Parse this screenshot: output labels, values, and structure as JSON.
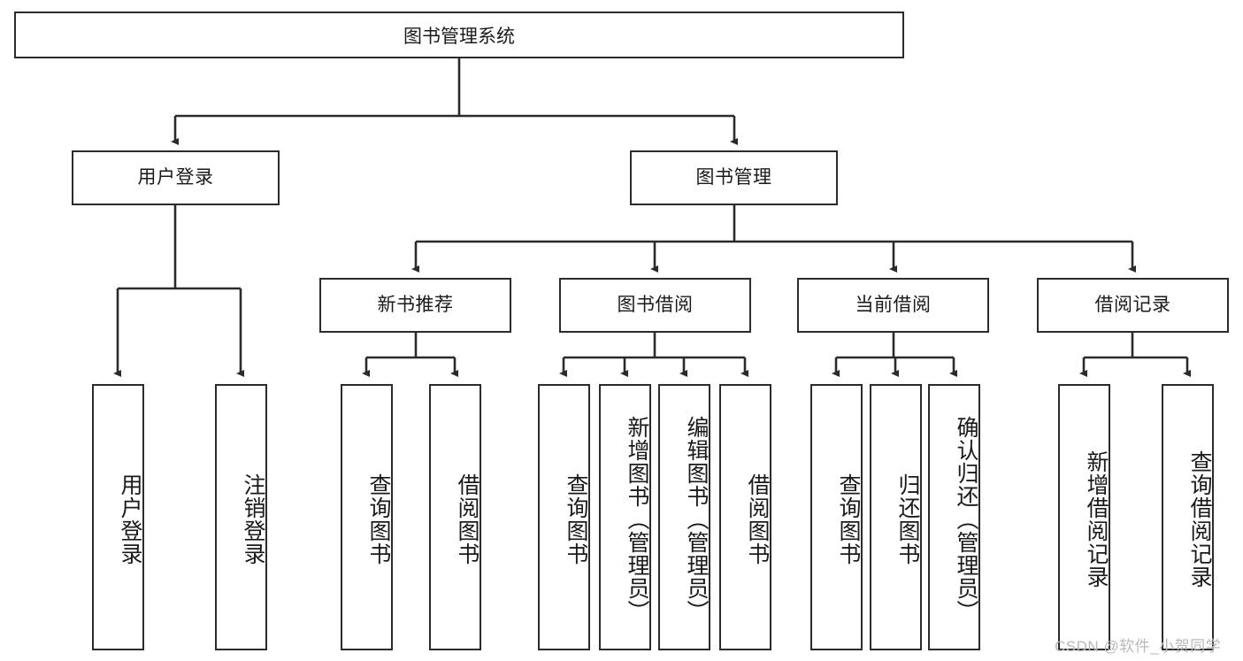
{
  "diagram": {
    "type": "hierarchy-tree",
    "title": "图书管理系统",
    "watermark": "CSDN @软件_小贺同学",
    "colors": {
      "box_border": "#2b2b2b",
      "box_fill": "#ffffff",
      "connector": "#2b2b2b",
      "text": "#1a1a1a",
      "watermark": "#b9b9b9"
    },
    "nodes": {
      "root": {
        "label": "图书管理系统"
      },
      "level2": [
        {
          "label": "用户登录"
        },
        {
          "label": "图书管理"
        }
      ],
      "level3": [
        {
          "label": "新书推荐"
        },
        {
          "label": "图书借阅"
        },
        {
          "label": "当前借阅"
        },
        {
          "label": "借阅记录"
        }
      ],
      "leaves": {
        "user_login": [
          {
            "label": "用户登录"
          },
          {
            "label": "注销登录"
          }
        ],
        "new_book_recommend": [
          {
            "label": "查询图书"
          },
          {
            "label": "借阅图书"
          }
        ],
        "book_borrow": [
          {
            "label": "查询图书"
          },
          {
            "label": "新增图书（管理员）"
          },
          {
            "label": "编辑图书（管理员）"
          },
          {
            "label": "借阅图书"
          }
        ],
        "current_borrow": [
          {
            "label": "查询图书"
          },
          {
            "label": "归还图书"
          },
          {
            "label": "确认归还（管理员）"
          }
        ],
        "borrow_record": [
          {
            "label": "新增借阅记录"
          },
          {
            "label": "查询借阅记录"
          }
        ]
      }
    }
  }
}
